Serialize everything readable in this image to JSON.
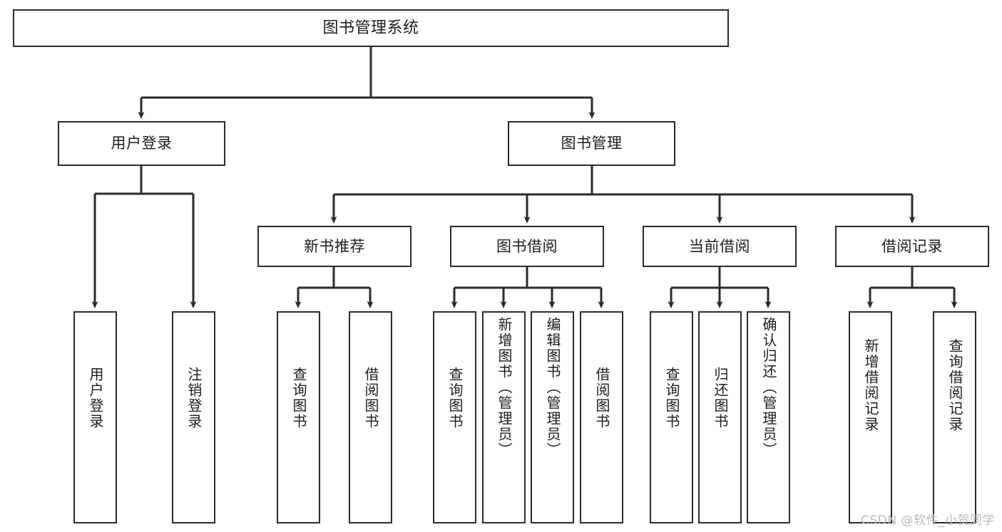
{
  "diagram": {
    "title": "图书管理系统",
    "type": "hierarchy-tree",
    "watermark": "CSDN @软件_小贺同学",
    "colors": {
      "box_border": "#2b2b2b",
      "box_fill": "#ffffff",
      "connector": "#2b2b2b",
      "text": "#1d1d1d",
      "watermark": "#b9b9b9",
      "background": "#ffffff"
    },
    "nodes": {
      "root": {
        "label": "图书管理系统"
      },
      "level2": [
        {
          "id": "user-login",
          "label": "用户登录"
        },
        {
          "id": "book-manage",
          "label": "图书管理"
        }
      ],
      "level3": [
        {
          "id": "new-book-recommend",
          "label": "新书推荐"
        },
        {
          "id": "book-borrow",
          "label": "图书借阅"
        },
        {
          "id": "current-borrow",
          "label": "当前借阅"
        },
        {
          "id": "borrow-record",
          "label": "借阅记录"
        }
      ],
      "leaves": {
        "user-login": [
          {
            "id": "leaf-user-login",
            "label": "用户登录"
          },
          {
            "id": "leaf-logout-login",
            "label": "注销登录"
          }
        ],
        "new-book-recommend": [
          {
            "id": "leaf-query-book-1",
            "label": "查询图书"
          },
          {
            "id": "leaf-borrow-book-1",
            "label": "借阅图书"
          }
        ],
        "book-borrow": [
          {
            "id": "leaf-query-book-2",
            "label": "查询图书"
          },
          {
            "id": "leaf-add-book",
            "label": "新增图书（管理员）"
          },
          {
            "id": "leaf-edit-book",
            "label": "编辑图书（管理员）"
          },
          {
            "id": "leaf-borrow-book-2",
            "label": "借阅图书"
          }
        ],
        "current-borrow": [
          {
            "id": "leaf-query-book-3",
            "label": "查询图书"
          },
          {
            "id": "leaf-return-book",
            "label": "归还图书"
          },
          {
            "id": "leaf-confirm-return",
            "label": "确认归还（管理员）"
          }
        ],
        "borrow-record": [
          {
            "id": "leaf-add-record",
            "label": "新增借阅记录"
          },
          {
            "id": "leaf-query-record",
            "label": "查询借阅记录"
          }
        ]
      }
    }
  }
}
